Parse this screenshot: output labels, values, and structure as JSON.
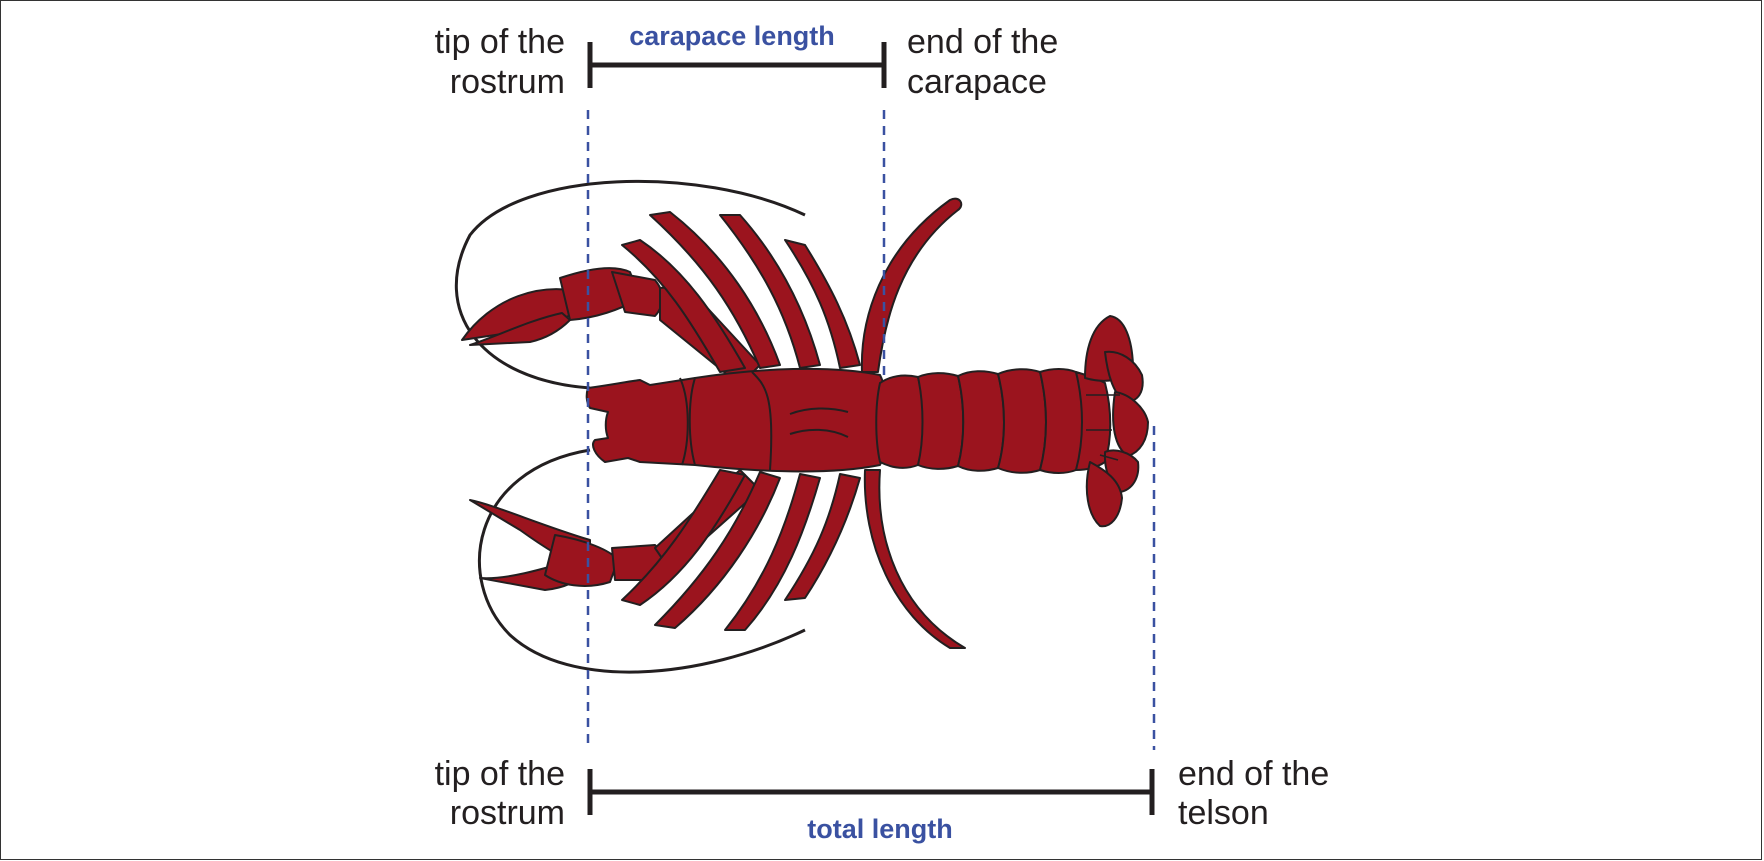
{
  "labels": {
    "top_left_line1": "tip of the",
    "top_left_line2": "rostrum",
    "top_center": "carapace length",
    "top_right_line1": "end of the",
    "top_right_line2": "carapace",
    "bottom_left_line1": "tip of the",
    "bottom_left_line2": "rostrum",
    "bottom_center": "total length",
    "bottom_right_line1": "end of the",
    "bottom_right_line2": "telson"
  },
  "colors": {
    "body": "#9b141e",
    "outline": "#231f20",
    "accent_text": "#3a51a1",
    "guide": "#3a51a1",
    "bar": "#231f20"
  }
}
